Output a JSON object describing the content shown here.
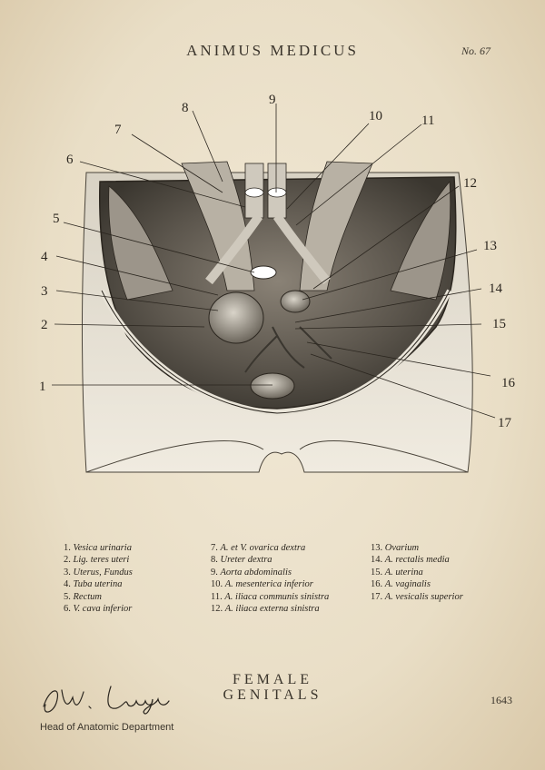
{
  "header": {
    "title": "ANIMUS MEDICUS",
    "plate_number": "No. 67"
  },
  "figure": {
    "labels": [
      "1",
      "2",
      "3",
      "4",
      "5",
      "6",
      "7",
      "8",
      "9",
      "10",
      "11",
      "12",
      "13",
      "14",
      "15",
      "16",
      "17"
    ]
  },
  "legend": {
    "column1": [
      {
        "n": "1.",
        "text": "Vesica urinaria"
      },
      {
        "n": "2.",
        "text": "Lig. teres uteri"
      },
      {
        "n": "3.",
        "text": "Uterus, Fundus"
      },
      {
        "n": "4.",
        "text": "Tuba uterina"
      },
      {
        "n": "5.",
        "text": "Rectum"
      },
      {
        "n": "6.",
        "text": "V. cava inferior"
      }
    ],
    "column2": [
      {
        "n": "7.",
        "text": "A. et V. ovarica dextra"
      },
      {
        "n": "8.",
        "text": "Ureter dextra"
      },
      {
        "n": "9.",
        "text": "Aorta abdominalis"
      },
      {
        "n": "10.",
        "text": "A. mesenterica inferior"
      },
      {
        "n": "11.",
        "text": "A. iliaca communis sinistra"
      },
      {
        "n": "12.",
        "text": "A. iliaca externa sinistra"
      }
    ],
    "column3": [
      {
        "n": "13.",
        "text": "Ovarium"
      },
      {
        "n": "14.",
        "text": "A. rectalis media"
      },
      {
        "n": "15.",
        "text": "A. uterina"
      },
      {
        "n": "16.",
        "text": "A. vaginalis"
      },
      {
        "n": "17.",
        "text": "A. vesicalis superior"
      }
    ]
  },
  "footer": {
    "title_line1": "FEMALE",
    "title_line2": "GENITALS",
    "year": "1643",
    "signature_caption": "Head of Anatomic Department",
    "signature_text": "W. Luedje"
  },
  "colors": {
    "paper": "#ece2cd",
    "ink": "#2b261f"
  }
}
